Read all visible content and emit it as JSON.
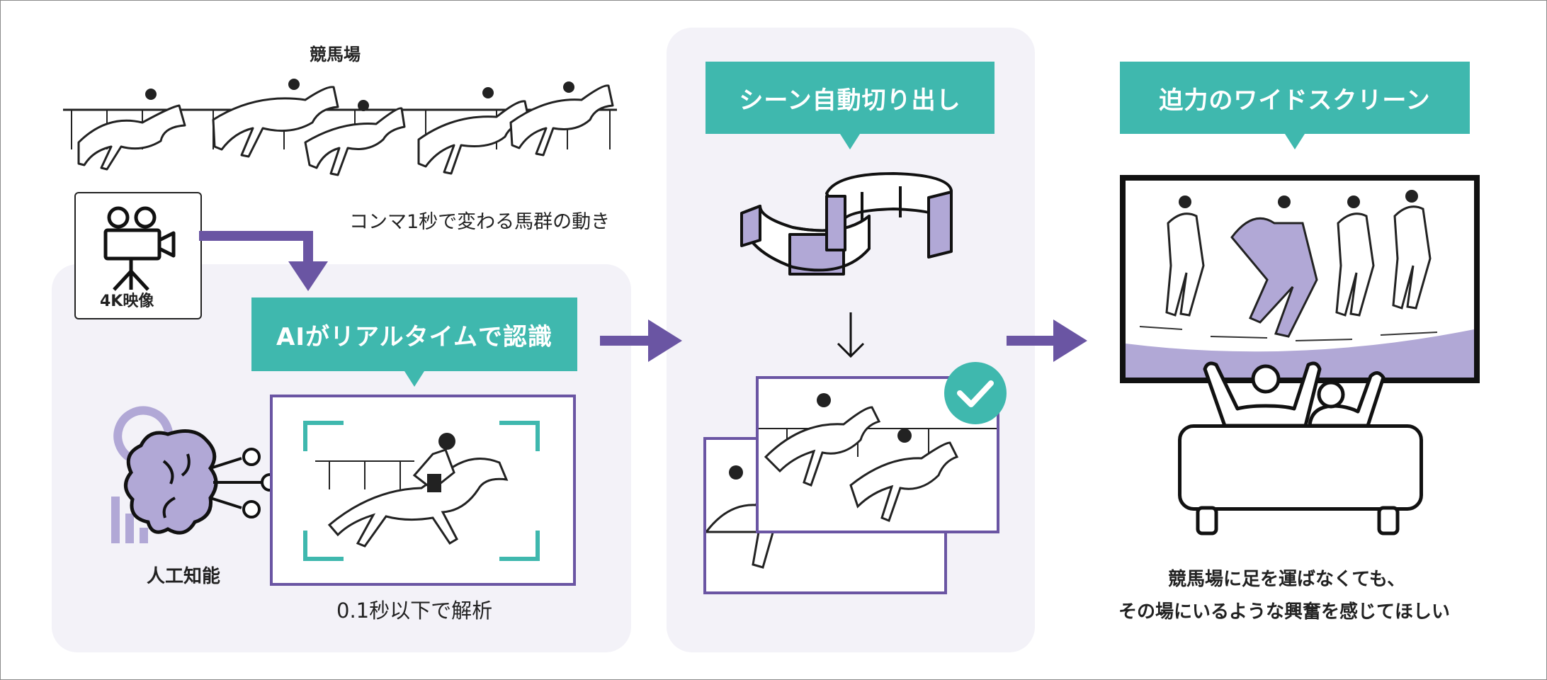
{
  "racecourse": {
    "label": "競馬場",
    "caption": "コンマ1秒で変わる馬群の動き"
  },
  "camera": {
    "label": "4K映像",
    "icon": "video-camera-icon"
  },
  "ai_recognition": {
    "label": "AIがリアルタイムで認識",
    "caption": "0.1秒以下で解析"
  },
  "ai": {
    "label": "人工知能",
    "icon": "ai-brain-icon"
  },
  "scene_cut": {
    "label": "シーン自動切り出し"
  },
  "widescreen": {
    "label": "迫力のワイドスクリーン",
    "caption_line1": "競馬場に足を運ばなくても、",
    "caption_line2": "その場にいるような興奮を感じてほしい"
  },
  "colors": {
    "teal": "#3fb8ae",
    "purple": "#6a55a3",
    "lavender": "#b1a8d6",
    "panel": "#f3f2f8"
  }
}
